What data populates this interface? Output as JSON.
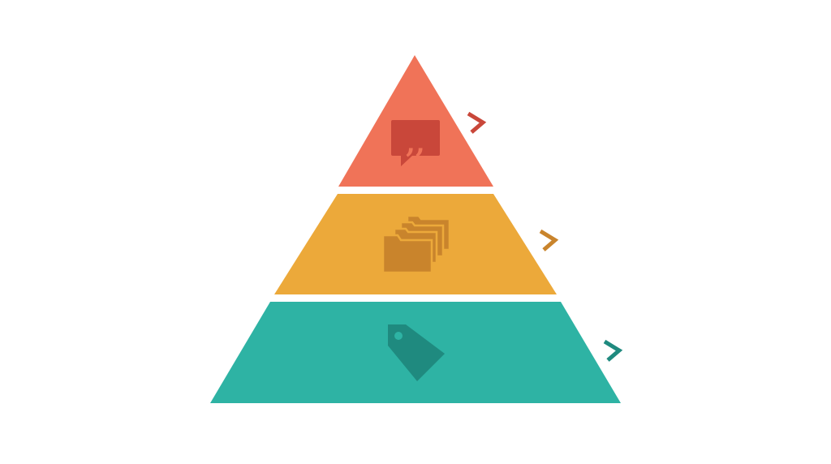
{
  "diagram": {
    "type": "pyramid",
    "tiers": [
      {
        "id": "top",
        "icon": "quote-speech-bubble-icon",
        "color": "#F07358",
        "icon_color": "#C9473A",
        "arrow_color": "#C9473A"
      },
      {
        "id": "middle",
        "icon": "stacked-folders-icon",
        "color": "#ECA93A",
        "icon_color": "#C9842C",
        "arrow_color": "#C9842C"
      },
      {
        "id": "bottom",
        "icon": "price-tag-icon",
        "color": "#2EB3A4",
        "icon_color": "#1F8A7F",
        "arrow_color": "#1F8A7F"
      }
    ]
  }
}
